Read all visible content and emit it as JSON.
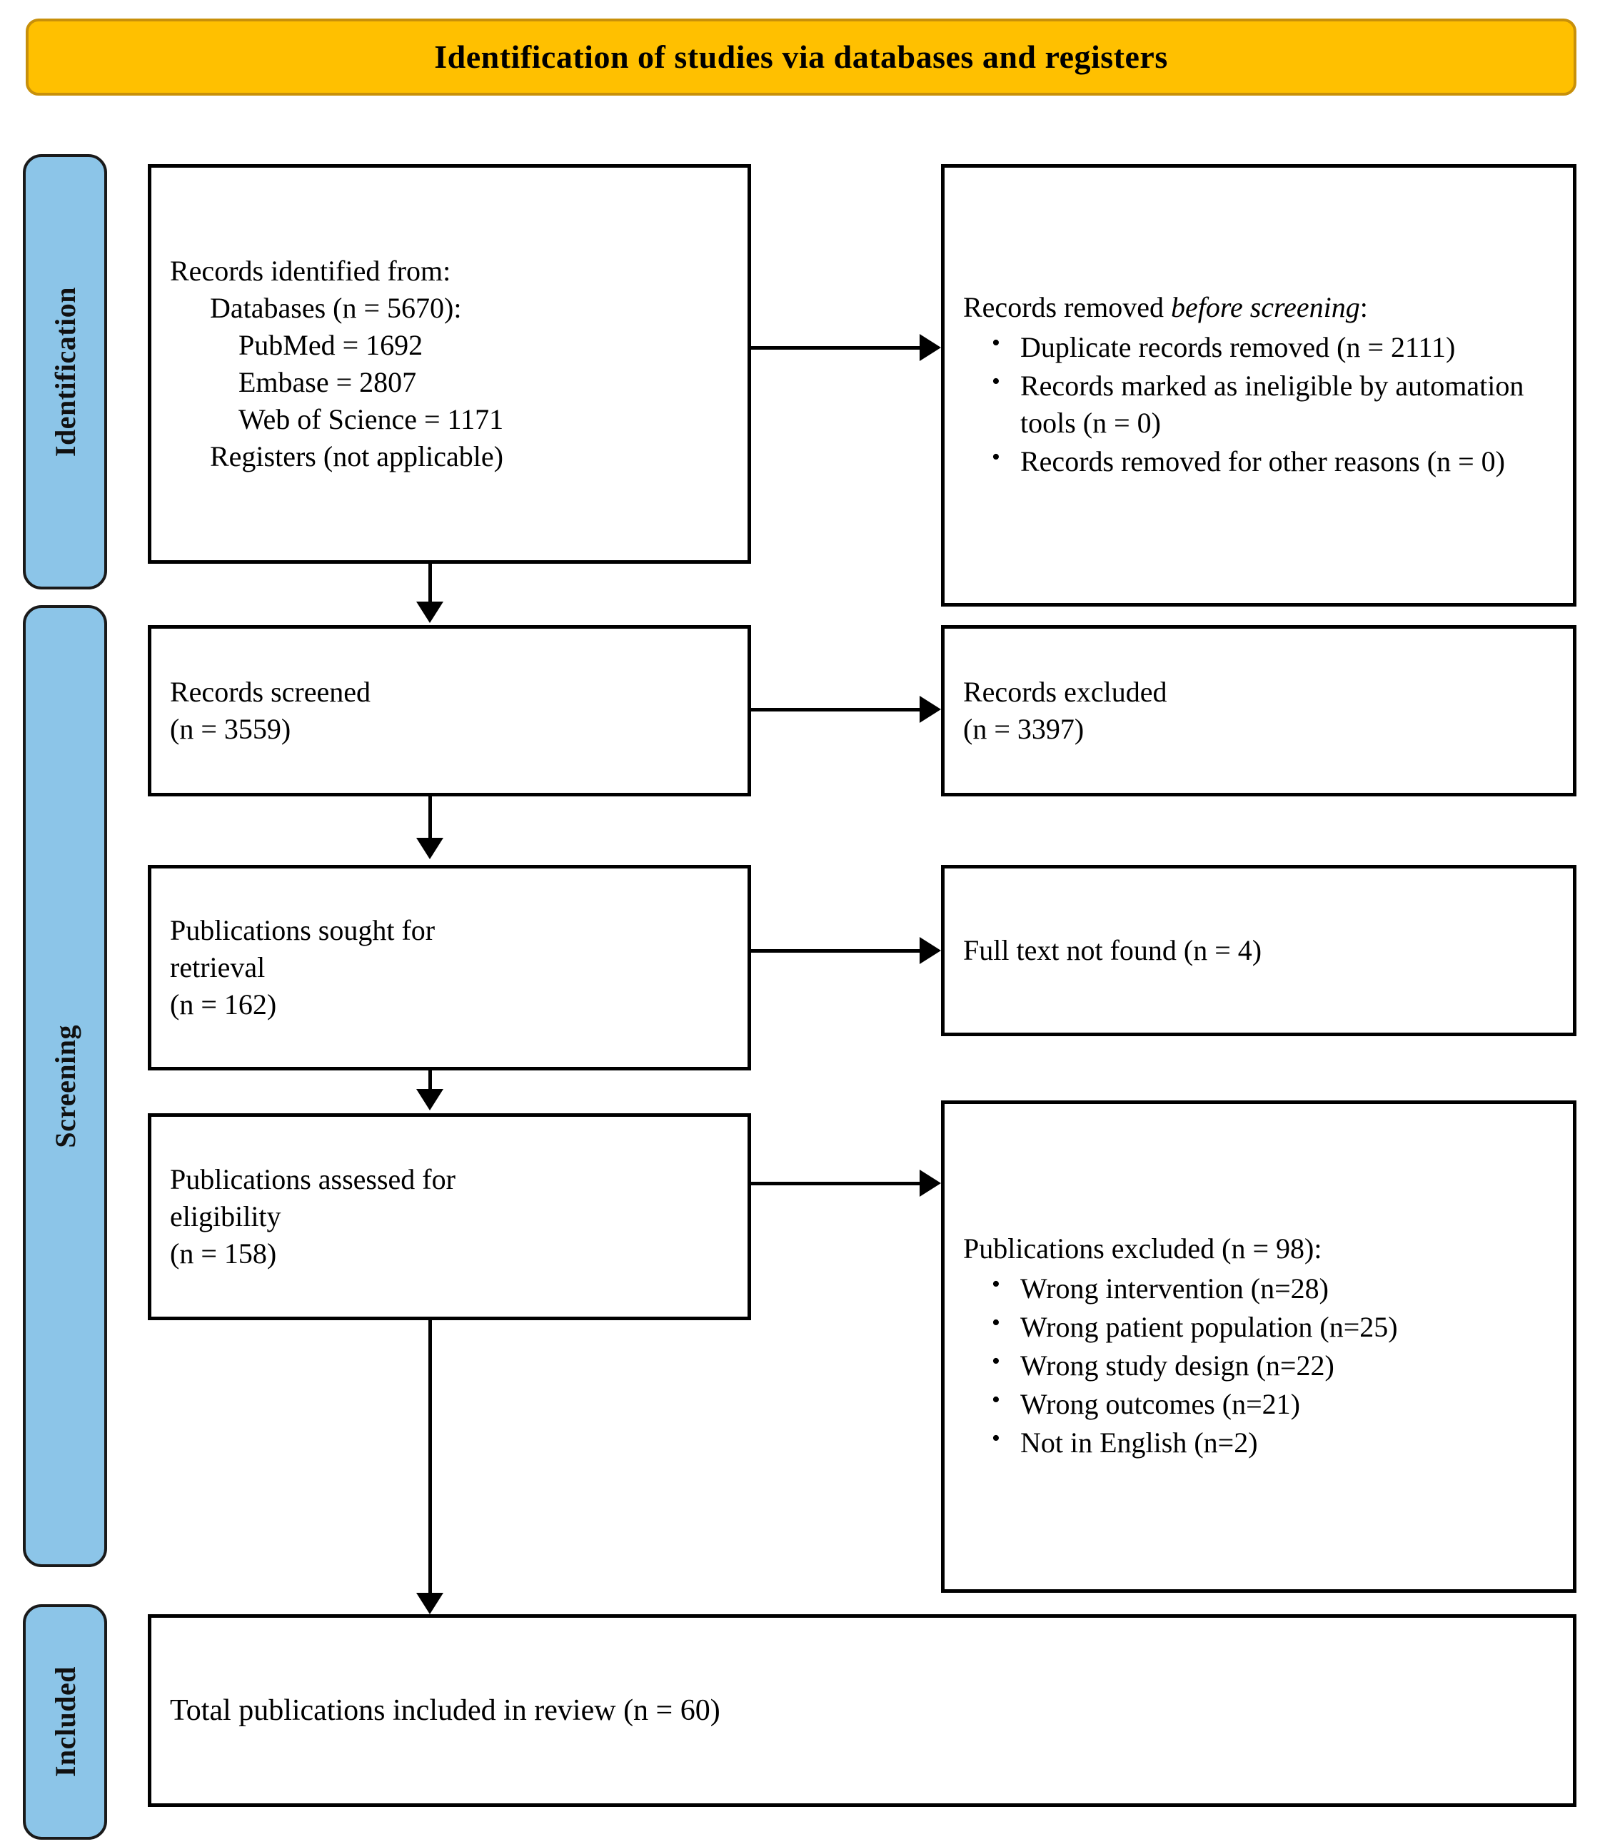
{
  "header": {
    "title": "Identification of studies via databases and registers",
    "fill_color": "#FFC000",
    "border_color": "#C8900A"
  },
  "phases": {
    "fill_color": "#8CC5E8",
    "identification": "Identification",
    "screening": "Screening",
    "included": "Included"
  },
  "boxes": {
    "identified": {
      "line1": "Records identified from:",
      "line2": "Databases (n = 5670):",
      "line3": "PubMed = 1692",
      "line4": "Embase = 2807",
      "line5": "Web of Science = 1171",
      "line6": "Registers (not applicable)"
    },
    "removed_before": {
      "title_plain": "Records removed ",
      "title_italic": "before screening",
      "title_colon": ":",
      "bullets": [
        "Duplicate records removed (n = 2111)",
        "Records marked as ineligible by automation tools (n = 0)",
        "Records removed for other reasons (n = 0)"
      ]
    },
    "screened": {
      "line1": "Records screened",
      "line2": "(n = 3559)"
    },
    "records_excluded": {
      "line1": "Records excluded",
      "line2": "(n = 3397)"
    },
    "sought": {
      "line1": "Publications sought for",
      "line2": "retrieval",
      "line3": "(n = 162)"
    },
    "fulltext_not_found": {
      "line1": "Full text not found (n = 4)"
    },
    "eligibility": {
      "line1": "Publications assessed for",
      "line2": "eligibility",
      "line3": "(n = 158)"
    },
    "publications_excluded": {
      "title": "Publications excluded (n = 98):",
      "bullets": [
        "Wrong intervention (n=28)",
        "Wrong patient population (n=25)",
        "Wrong study design (n=22)",
        "Wrong outcomes (n=21)",
        "Not in English (n=2)"
      ]
    },
    "included": {
      "line1": "Total publications included in review (n = 60)"
    }
  },
  "chart_data": {
    "type": "diagram",
    "title": "Identification of studies via databases and registers",
    "nodes": [
      {
        "id": "identified",
        "phase": "Identification",
        "label": "Records identified from: Databases (n = 5670): PubMed = 1692, Embase = 2807, Web of Science = 1171; Registers (not applicable)",
        "n": 5670
      },
      {
        "id": "removed_before",
        "phase": "Identification",
        "label": "Records removed before screening",
        "duplicates": 2111,
        "ineligible_automation": 0,
        "other_reasons": 0
      },
      {
        "id": "screened",
        "phase": "Screening",
        "label": "Records screened",
        "n": 3559
      },
      {
        "id": "records_excluded",
        "phase": "Screening",
        "label": "Records excluded",
        "n": 3397
      },
      {
        "id": "sought",
        "phase": "Screening",
        "label": "Publications sought for retrieval",
        "n": 162
      },
      {
        "id": "fulltext_not_found",
        "phase": "Screening",
        "label": "Full text not found",
        "n": 4
      },
      {
        "id": "eligibility",
        "phase": "Screening",
        "label": "Publications assessed for eligibility",
        "n": 158
      },
      {
        "id": "publications_excluded",
        "phase": "Screening",
        "label": "Publications excluded",
        "n": 98,
        "reasons": [
          {
            "reason": "Wrong intervention",
            "n": 28
          },
          {
            "reason": "Wrong patient population",
            "n": 25
          },
          {
            "reason": "Wrong study design",
            "n": 22
          },
          {
            "reason": "Wrong outcomes",
            "n": 21
          },
          {
            "reason": "Not in English",
            "n": 2
          }
        ]
      },
      {
        "id": "included",
        "phase": "Included",
        "label": "Total publications included in review",
        "n": 60
      }
    ],
    "edges": [
      {
        "from": "identified",
        "to": "removed_before",
        "direction": "right"
      },
      {
        "from": "identified",
        "to": "screened",
        "direction": "down"
      },
      {
        "from": "screened",
        "to": "records_excluded",
        "direction": "right"
      },
      {
        "from": "screened",
        "to": "sought",
        "direction": "down"
      },
      {
        "from": "sought",
        "to": "fulltext_not_found",
        "direction": "right"
      },
      {
        "from": "sought",
        "to": "eligibility",
        "direction": "down"
      },
      {
        "from": "eligibility",
        "to": "publications_excluded",
        "direction": "right"
      },
      {
        "from": "eligibility",
        "to": "included",
        "direction": "down"
      }
    ]
  }
}
